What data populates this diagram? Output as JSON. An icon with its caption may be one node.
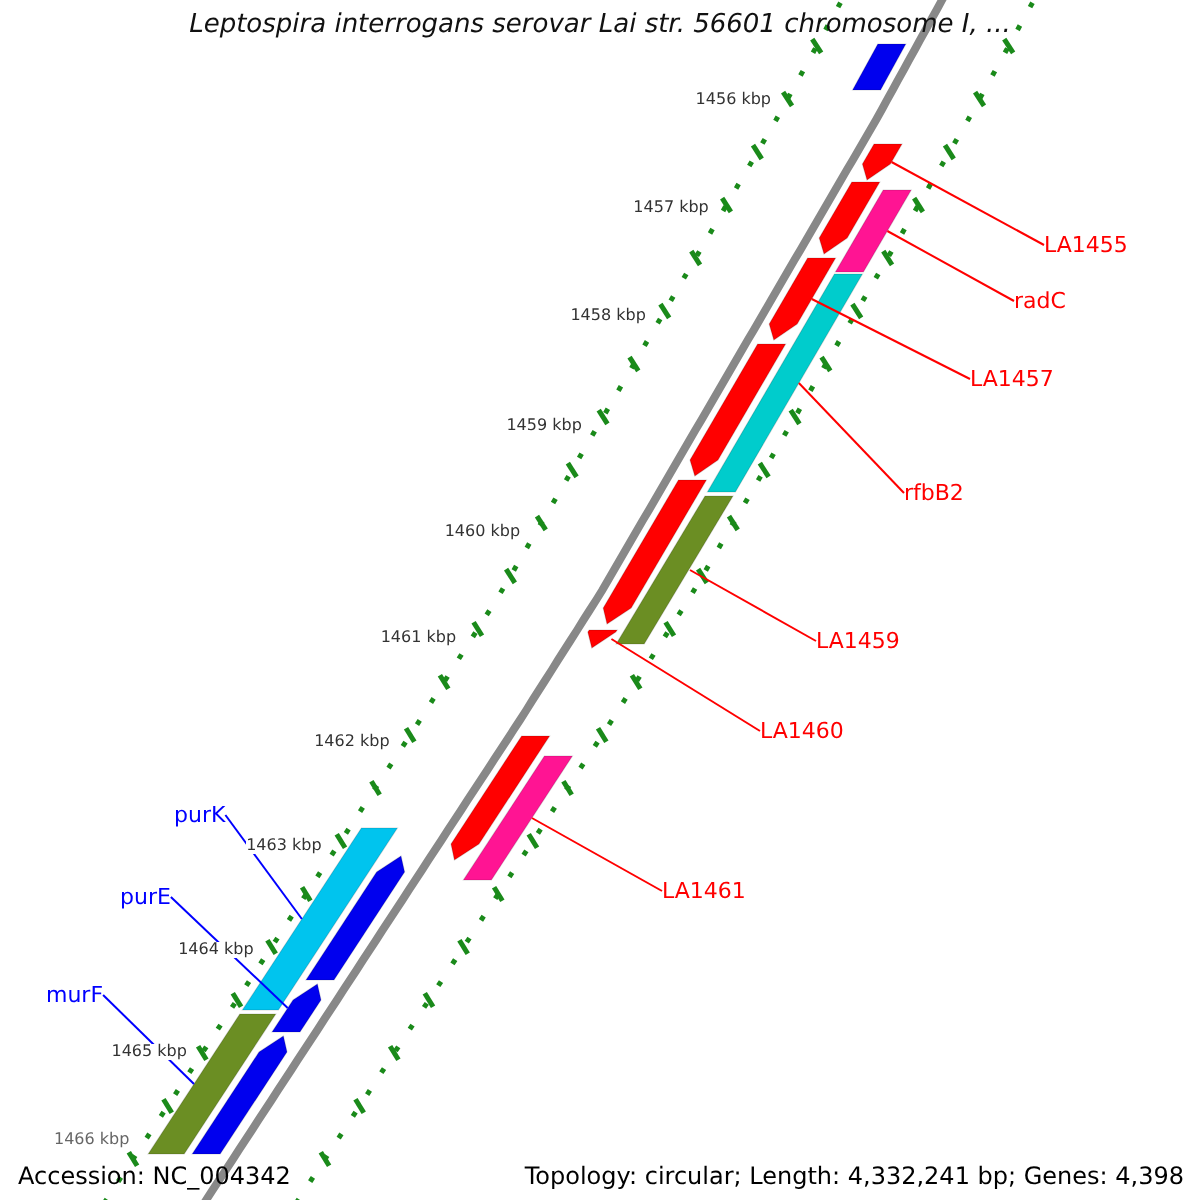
{
  "diagram": {
    "title": "Leptospira interrogans serovar Lai str. 56601 chromosome I, ...",
    "nodes": [
      {
        "text": [
          "LA1455"
        ]
      },
      {
        "text": [
          "radC"
        ]
      },
      {
        "text": [
          "LA1457"
        ]
      },
      {
        "text": [
          "rfbB2"
        ]
      },
      {
        "text": [
          "LA1459"
        ]
      },
      {
        "text": [
          "LA1460"
        ]
      },
      {
        "text": [
          "LA1461"
        ]
      },
      {
        "text": [
          "purK"
        ]
      },
      {
        "text": [
          "purE"
        ]
      },
      {
        "text": [
          "murF"
        ]
      },
      {
        "text": [],
        "shape": "bar"
      },
      {
        "text": [],
        "shape": "arrow"
      },
      {
        "text": [],
        "shape": "arrow"
      },
      {
        "text": [],
        "shape": "arrow"
      },
      {
        "text": [],
        "shape": "arrow"
      },
      {
        "text": [],
        "shape": "arrow"
      },
      {
        "text": [],
        "shape": "arrow"
      },
      {
        "text": [],
        "shape": "arrow"
      },
      {
        "text": [],
        "shape": "bar"
      },
      {
        "text": [],
        "shape": "bar"
      },
      {
        "text": [],
        "shape": "bar"
      },
      {
        "text": [],
        "shape": "bar"
      },
      {
        "text": [],
        "shape": "arrow"
      },
      {
        "text": [],
        "shape": "arrow"
      },
      {
        "text": [],
        "shape": "arrow"
      },
      {
        "text": [],
        "shape": "bar"
      },
      {
        "text": [],
        "shape": "bar"
      }
    ],
    "edges": [
      {
        "from": 0,
        "to": 11,
        "arrow": "none"
      },
      {
        "from": 1,
        "to": 18,
        "arrow": "none"
      },
      {
        "from": 2,
        "to": 13,
        "arrow": "none"
      },
      {
        "from": 3,
        "to": 19,
        "arrow": "none"
      },
      {
        "from": 4,
        "to": 20,
        "arrow": "none"
      },
      {
        "from": 5,
        "to": 16,
        "arrow": "none"
      },
      {
        "from": 6,
        "to": 21,
        "arrow": "none"
      },
      {
        "from": 7,
        "to": 25,
        "arrow": "none",
        "color": "#0000ff"
      },
      {
        "from": 8,
        "to": 23,
        "arrow": "none",
        "color": "#0000ff"
      },
      {
        "from": 9,
        "to": 26,
        "arrow": "none",
        "color": "#0000ff"
      }
    ],
    "labels": [
      "1456 kbp",
      "1457 kbp",
      "1458 kbp",
      "1459 kbp",
      "1460 kbp",
      "1461 kbp",
      "1462 kbp",
      "1463 kbp",
      "1464 kbp",
      "1465 kbp",
      "1466 kbp",
      "Accession: NC_004342",
      "Topology: circular; Length: 4,332,241 bp; Genes: 4,398"
    ]
  }
}
